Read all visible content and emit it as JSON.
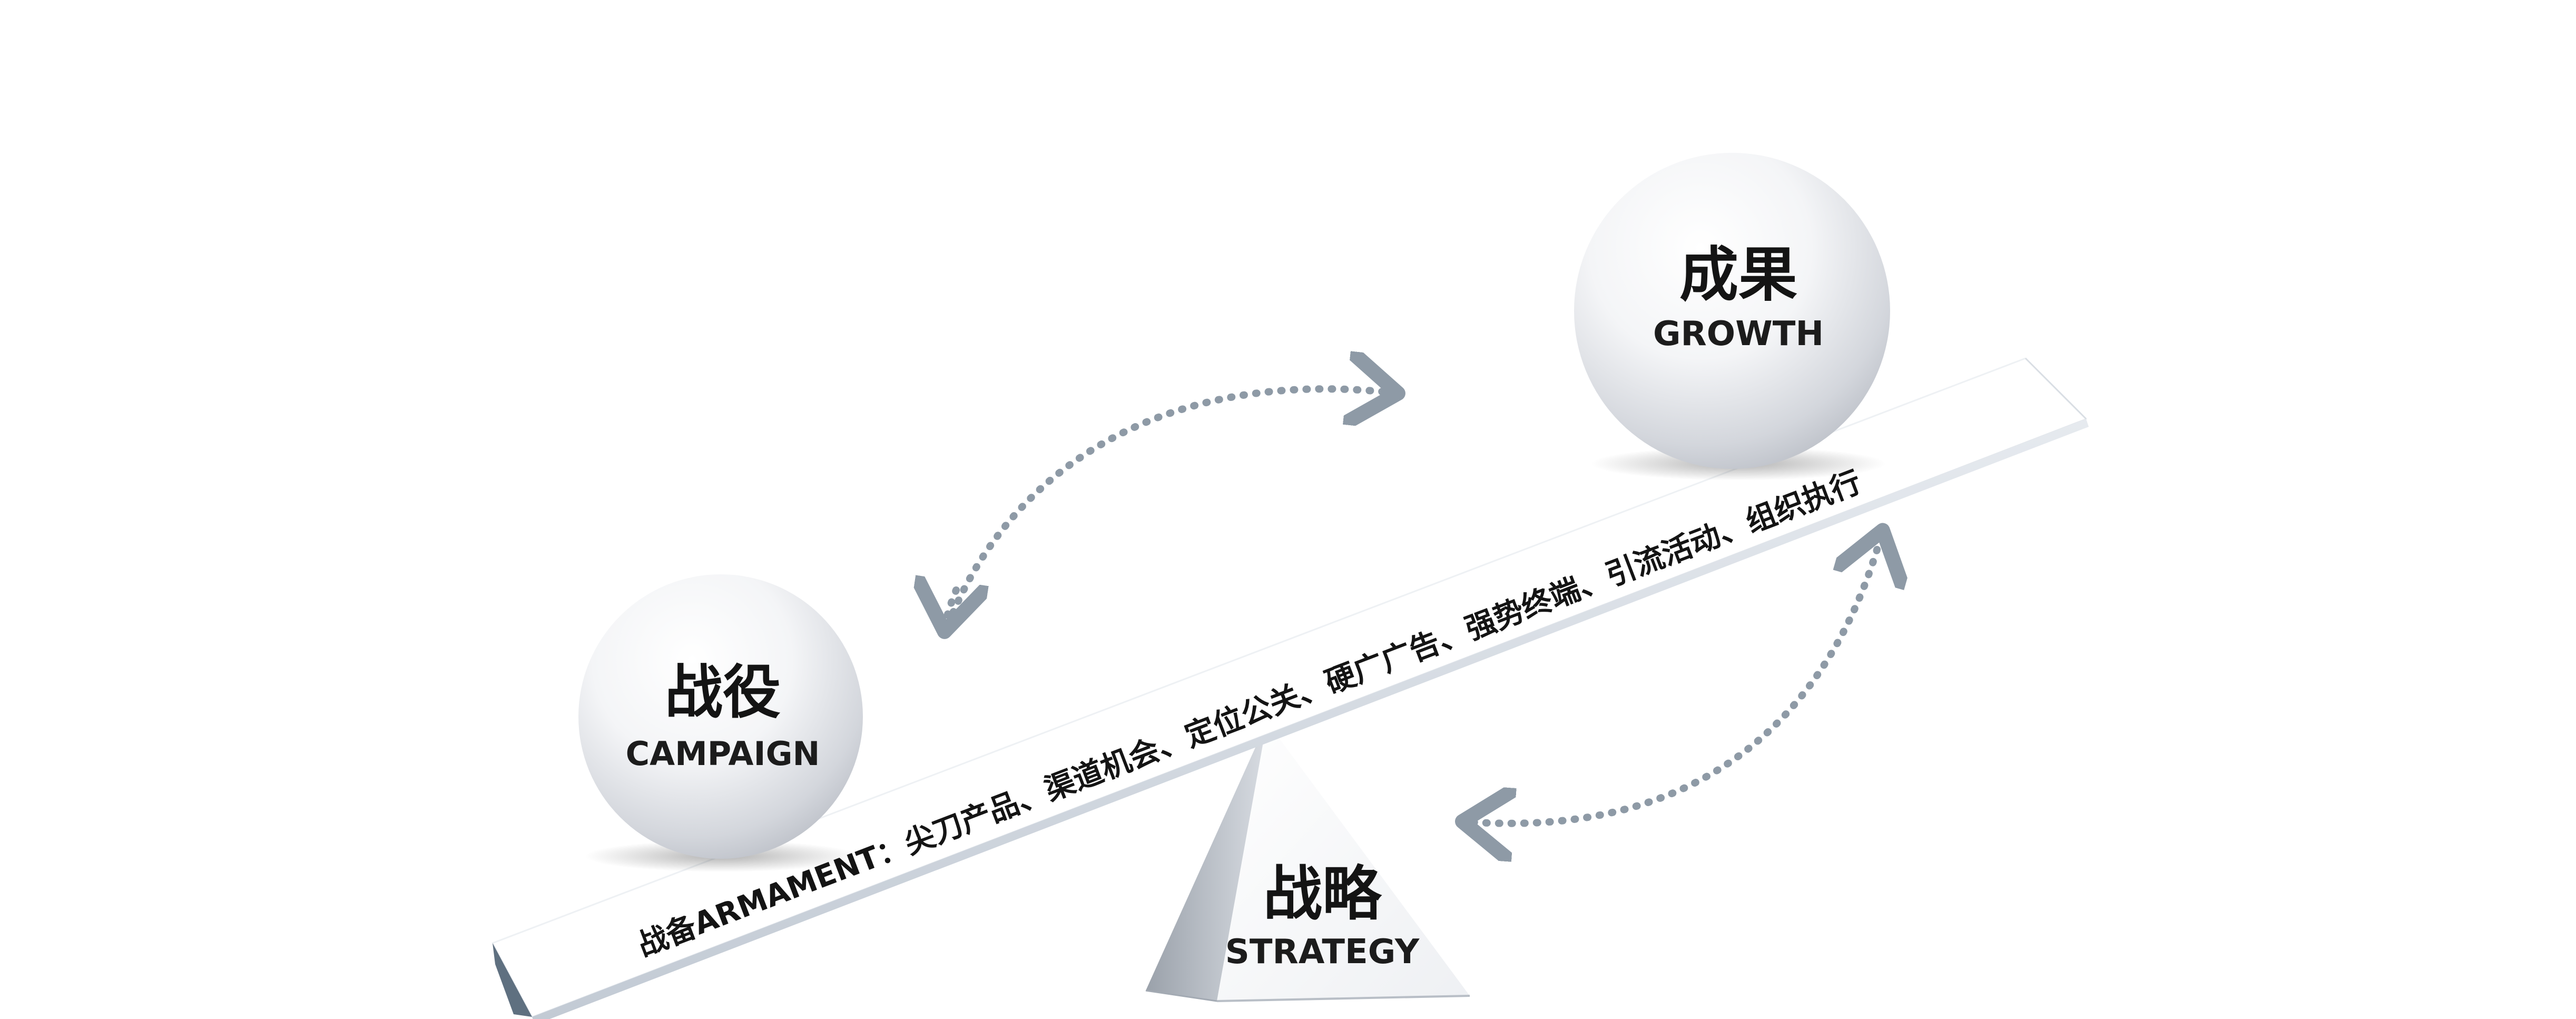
{
  "diagram": {
    "campaign": {
      "title": "战役",
      "subtitle": "CAMPAIGN"
    },
    "growth": {
      "title": "成果",
      "subtitle": "GROWTH"
    },
    "strategy": {
      "title": "战略",
      "subtitle": "STRATEGY"
    },
    "beam_label": "战备ARMAMENT：尖刀产品、渠道机会、定位公关、硬广广告、强势终端、引流活动、组织执行",
    "colors": {
      "arrow": "#8e9aa6",
      "beam_top": "#ffffff",
      "beam_side": "#d4dae2",
      "beam_end": "#5f7080",
      "text": "#141414"
    }
  }
}
